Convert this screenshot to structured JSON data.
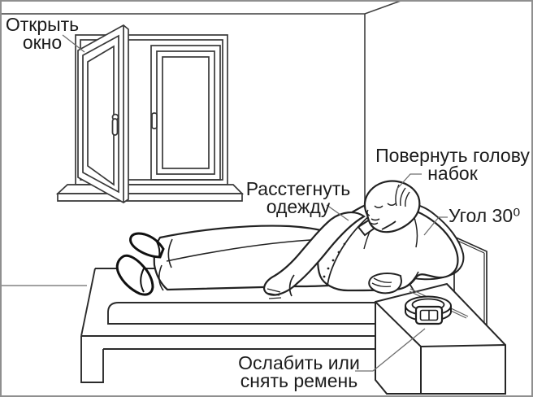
{
  "diagram": {
    "annotations": {
      "open_window": {
        "text": "Открыть\nокно"
      },
      "unbutton_clothing": {
        "text": "Расстегнуть\nодежду"
      },
      "turn_head": {
        "text": "Повернуть голову\nнабок"
      },
      "angle": {
        "text": "Угол 30⁰"
      },
      "loosen_belt": {
        "text": "Ослабить или\nснять ремень"
      }
    },
    "colors": {
      "ink": "#2b2b2b",
      "figure_ink": "#222222",
      "leader": "#6f6f6f",
      "border": "#8f8f8f",
      "background": "#ffffff",
      "text": "#1c1c1c"
    }
  }
}
